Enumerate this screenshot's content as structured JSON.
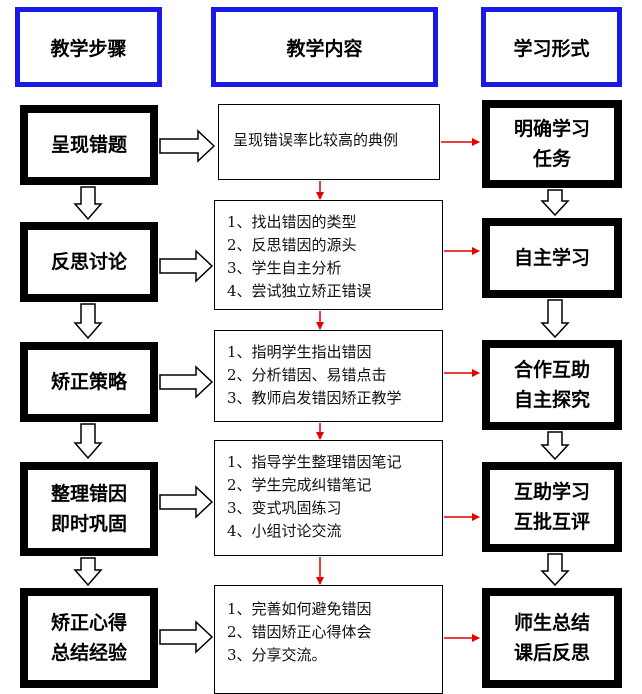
{
  "headers": {
    "steps": "教学步骤",
    "content": "教学内容",
    "form": "学习形式"
  },
  "rows": [
    {
      "step": [
        "呈现错题"
      ],
      "content": [
        "呈现错误率比较高的典例"
      ],
      "form": [
        "明确学习",
        "任务"
      ]
    },
    {
      "step": [
        "反思讨论"
      ],
      "content": [
        "1、找出错因的类型",
        "2、反思错因的源头",
        "3、学生自主分析",
        "4、尝试独立矫正错误"
      ],
      "form": [
        "自主学习"
      ]
    },
    {
      "step": [
        "矫正策略"
      ],
      "content": [
        "1、指明学生指出错因",
        "2、分析错因、易错点击",
        "3、教师启发错因矫正教学"
      ],
      "form": [
        "合作互助",
        "自主探究"
      ]
    },
    {
      "step": [
        "整理错因",
        "即时巩固"
      ],
      "content": [
        "1、指导学生整理错因笔记",
        "2、学生完成纠错笔记",
        "3、变式巩固练习",
        "4、小组讨论交流"
      ],
      "form": [
        "互助学习",
        "互批互评"
      ]
    },
    {
      "step": [
        "矫正心得",
        "总结经验"
      ],
      "content": [
        "1、完善如何避免错因",
        "2、错因矫正心得体会",
        "3、分享交流。"
      ],
      "form": [
        "师生总结",
        "课后反思"
      ]
    }
  ],
  "colors": {
    "header_border": "#1a1ae6",
    "step_border": "#000000",
    "red_arrow": "#e60000"
  }
}
